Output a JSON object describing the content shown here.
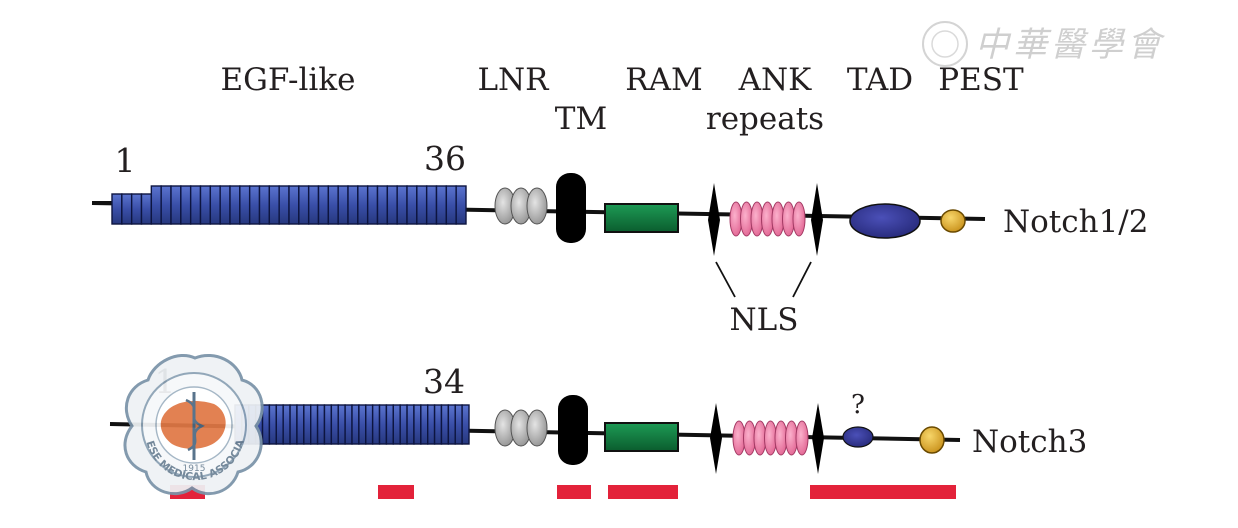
{
  "domain_labels": {
    "egf": "EGF-like",
    "lnr": "LNR",
    "tm": "TM",
    "ram": "RAM",
    "ank_1": "ANK",
    "ank_2": "repeats",
    "tad": "TAD",
    "pest": "PEST"
  },
  "nls_label": "NLS",
  "question_mark": "?",
  "notch12": {
    "name": "Notch1/2",
    "egf_start": "1",
    "egf_end": "36",
    "egf_repeats": 36,
    "ank_repeats": 7
  },
  "notch3": {
    "name": "Notch3",
    "egf_start": "1",
    "egf_end": "34",
    "egf_repeats": 34,
    "ank_repeats": 7
  },
  "colors": {
    "egf": "#3a4fa8",
    "lnr": "#b5b5b5",
    "tm": "#000000",
    "ram": "#0f7a3e",
    "ank": "#f27ca8",
    "tad": "#2b2f8f",
    "pest": "#e8b428",
    "highlight": "#e3223a"
  },
  "watermark": {
    "seal_text": "CHINESE MEDICAL ASSOCIATION",
    "seal_year": "1915",
    "corner_text": "中華醫學會"
  }
}
